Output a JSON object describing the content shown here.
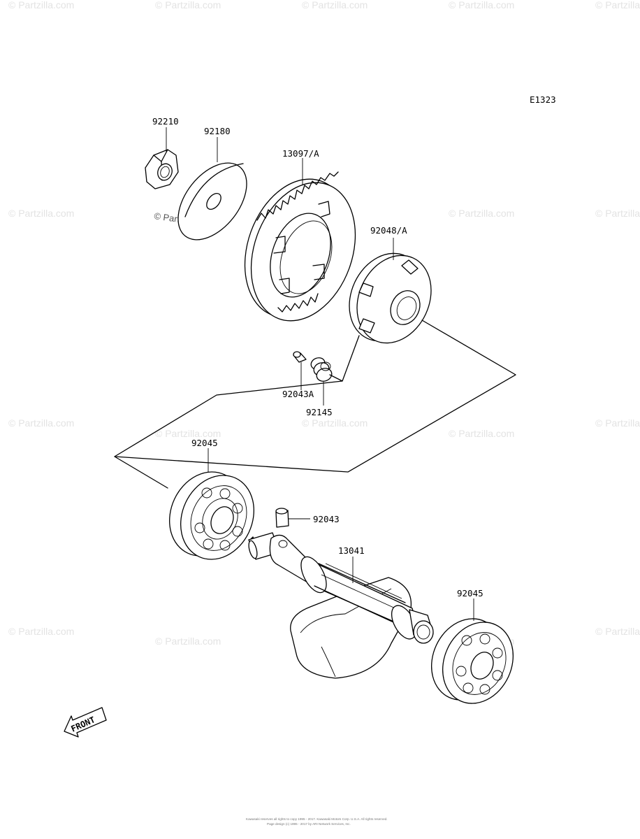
{
  "diagram_code": "E1323",
  "watermark": "© Partzilla.com",
  "inline_watermark": "© Partzilla.com",
  "front_label": "FRONT",
  "parts": {
    "p92210": "92210",
    "p92180": "92180",
    "p13097A": "13097/A",
    "p92048A": "92048/A",
    "p92043A": "92043A",
    "p92145": "92145",
    "p92045_left": "92045",
    "p92043": "92043",
    "p13041": "13041",
    "p92045_right": "92045"
  },
  "footer": {
    "line1": "Kawasaki reserves all rights to copy 1995 - 2017. Kawasaki Motors Corp. U.S.A. All rights reserved.",
    "line2": "Page design (c) 1995 - 2017 by ARI Network Services, Inc."
  }
}
